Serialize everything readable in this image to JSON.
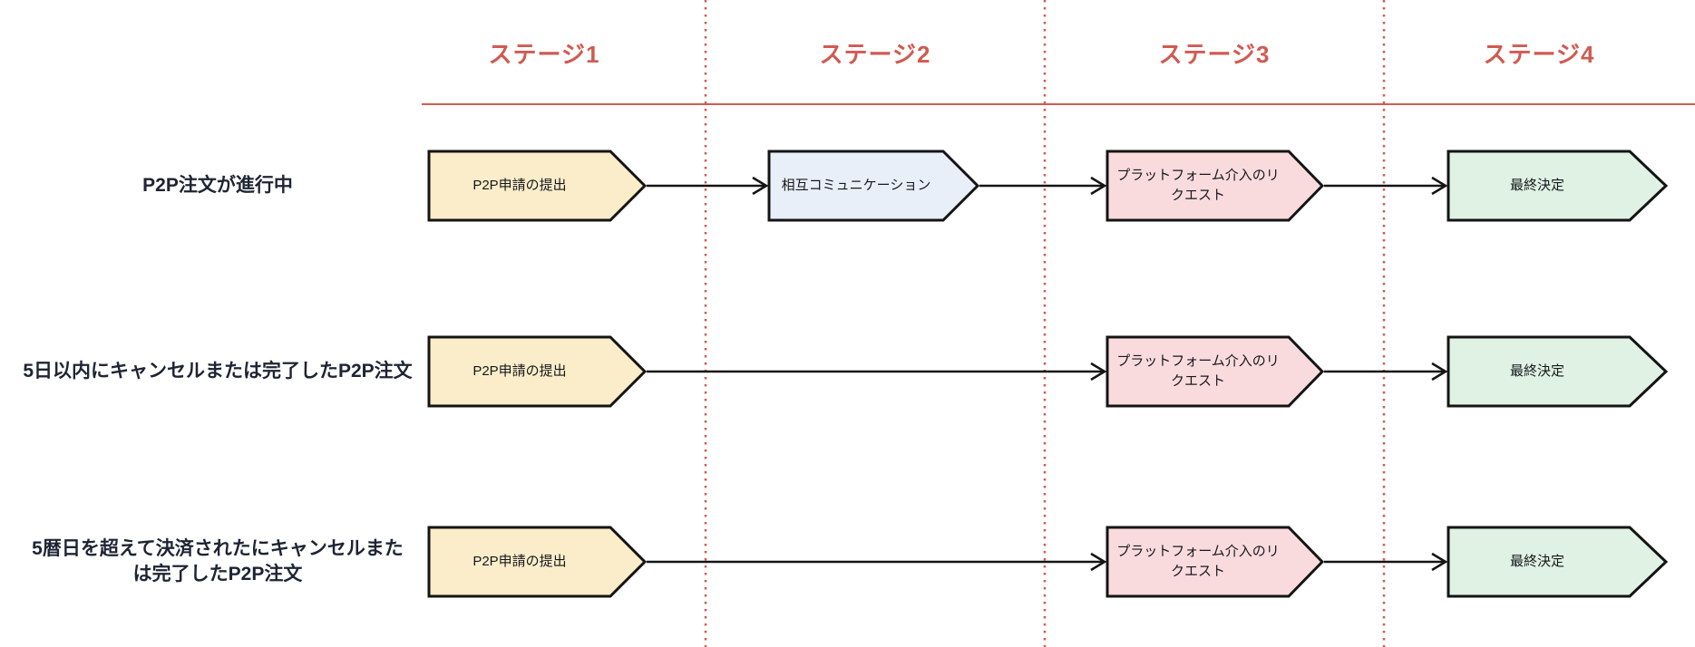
{
  "diagram": {
    "title_area": "",
    "stages": [
      {
        "label": "ステージ1"
      },
      {
        "label": "ステージ2"
      },
      {
        "label": "ステージ3"
      },
      {
        "label": "ステージ4"
      }
    ],
    "rows": [
      {
        "label": "P2P注文が進行中",
        "steps": [
          {
            "text": "P2P申請の提出",
            "color": "#FBEDC9"
          },
          {
            "text": "相互コミュニケーション",
            "color": "#E9EFF8"
          },
          {
            "text": "プラットフォーム介入のリクエスト",
            "color": "#FADBDD"
          },
          {
            "text": "最終決定",
            "color": "#DFF2E4"
          }
        ]
      },
      {
        "label": "5日以内にキャンセルまたは完了したP2P注文",
        "steps": [
          {
            "text": "P2P申請の提出",
            "color": "#FBEDC9"
          },
          {
            "text": "プラットフォーム介入のリクエスト",
            "color": "#FADBDD"
          },
          {
            "text": "最終決定",
            "color": "#DFF2E4"
          }
        ]
      },
      {
        "label": "5暦日を超えて決済されたにキャンセルまたは完了したP2P注文",
        "steps": [
          {
            "text": "P2P申請の提出",
            "color": "#FBEDC9"
          },
          {
            "text": "プラットフォーム介入のリクエスト",
            "color": "#FADBDD"
          },
          {
            "text": "最終決定",
            "color": "#DFF2E4"
          }
        ]
      }
    ],
    "colors": {
      "stage_accent": "#D15A52",
      "box_border": "#141414",
      "box_yellow": "#FBEDC9",
      "box_blue": "#E9EFF8",
      "box_pink": "#FADBDD",
      "box_green": "#DFF2E4",
      "row_label_text": "#1E2433",
      "step_text": "#16181D",
      "background": "#FFFFFF"
    }
  }
}
